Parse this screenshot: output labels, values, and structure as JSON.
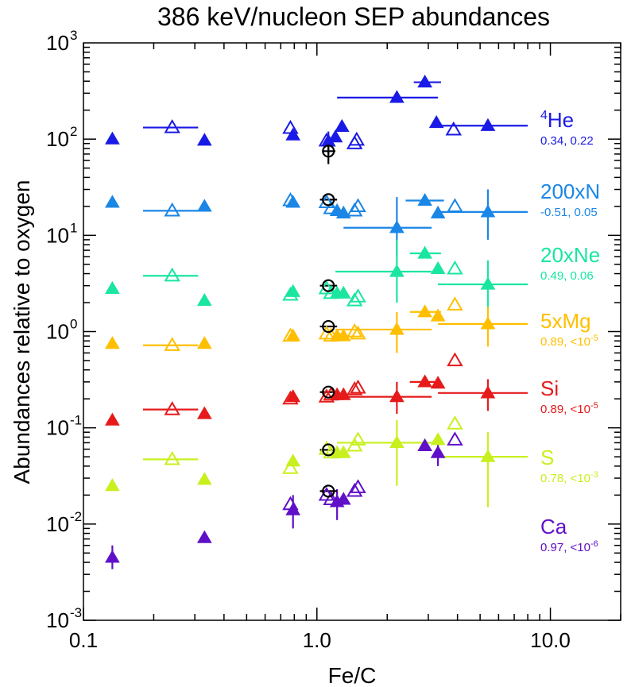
{
  "chart_data": {
    "type": "scatter",
    "title": "386 keV/nucleon SEP abundances",
    "xlabel": "Fe/C",
    "ylabel": "Abundances relative to oxygen",
    "xscale": "log",
    "yscale": "log",
    "xlim": [
      0.1,
      20
    ],
    "ylim": [
      0.001,
      1000
    ],
    "x_tick_labels": [
      "0.1",
      "1.0",
      "10.0"
    ],
    "y_tick_labels": [
      {
        "base": "10",
        "exp": "-3",
        "value": 0.001
      },
      {
        "base": "10",
        "exp": "-2",
        "value": 0.01
      },
      {
        "base": "10",
        "exp": "-1",
        "value": 0.1
      },
      {
        "base": "10",
        "exp": "0",
        "value": 1
      },
      {
        "base": "10",
        "exp": "1",
        "value": 10
      },
      {
        "base": "10",
        "exp": "2",
        "value": 100
      },
      {
        "base": "10",
        "exp": "3",
        "value": 1000
      }
    ],
    "series": [
      {
        "name": "He",
        "label_sup": "4",
        "label_main": "He",
        "stat_text": "0.34, 0.22",
        "stat_sup": "",
        "color": "#1a1ae6",
        "filled": [
          {
            "x": 0.133,
            "y": 100
          },
          {
            "x": 0.33,
            "y": 97
          },
          {
            "x": 0.79,
            "y": 110
          },
          {
            "x": 1.12,
            "y": 95,
            "ylo": 70,
            "yhi": 120
          },
          {
            "x": 1.2,
            "y": 105
          },
          {
            "x": 1.28,
            "y": 135
          },
          {
            "x": 2.2,
            "y": 270,
            "xlo": 1.22,
            "xhi": 3.3
          },
          {
            "x": 2.9,
            "y": 390,
            "xlo": 2.6,
            "xhi": 3.4
          },
          {
            "x": 3.25,
            "y": 148
          },
          {
            "x": 5.4,
            "y": 138,
            "xlo": 3.2,
            "xhi": 8.0
          }
        ],
        "open": [
          {
            "x": 0.24,
            "y": 132,
            "xlo": 0.18,
            "xhi": 0.31
          },
          {
            "x": 0.77,
            "y": 130
          },
          {
            "x": 1.1,
            "y": 96
          },
          {
            "x": 1.45,
            "y": 90
          },
          {
            "x": 1.48,
            "y": 98
          },
          {
            "x": 3.85,
            "y": 125
          }
        ]
      },
      {
        "name": "200xN",
        "label_sup": "",
        "label_main": "200xN",
        "stat_text": "-0.51, 0.05",
        "stat_sup": "",
        "color": "#1a86e6",
        "filled": [
          {
            "x": 0.133,
            "y": 22
          },
          {
            "x": 0.33,
            "y": 20
          },
          {
            "x": 0.79,
            "y": 22
          },
          {
            "x": 1.22,
            "y": 18
          },
          {
            "x": 1.3,
            "y": 17
          },
          {
            "x": 2.2,
            "y": 12,
            "ylo": 6,
            "yhi": 25,
            "xlo": 1.3,
            "xhi": 3.1
          },
          {
            "x": 2.9,
            "y": 23,
            "xlo": 2.4,
            "xhi": 3.5
          },
          {
            "x": 3.3,
            "y": 17
          },
          {
            "x": 5.4,
            "y": 17.5,
            "ylo": 9,
            "yhi": 30,
            "xlo": 3.3,
            "xhi": 8.0
          }
        ],
        "open": [
          {
            "x": 0.24,
            "y": 18,
            "xlo": 0.18,
            "xhi": 0.31
          },
          {
            "x": 0.77,
            "y": 23
          },
          {
            "x": 1.1,
            "y": 22
          },
          {
            "x": 1.15,
            "y": 19
          },
          {
            "x": 1.45,
            "y": 18
          },
          {
            "x": 1.5,
            "y": 20
          },
          {
            "x": 3.9,
            "y": 20
          }
        ]
      },
      {
        "name": "20xNe",
        "label_sup": "",
        "label_main": "20xNe",
        "stat_text": "0.49, 0.06",
        "stat_sup": "",
        "color": "#1ae6a0",
        "filled": [
          {
            "x": 0.133,
            "y": 2.8
          },
          {
            "x": 0.33,
            "y": 2.1
          },
          {
            "x": 0.79,
            "y": 2.6
          },
          {
            "x": 1.22,
            "y": 2.5
          },
          {
            "x": 1.3,
            "y": 2.5
          },
          {
            "x": 2.2,
            "y": 4.2,
            "ylo": 2.0,
            "yhi": 9.0,
            "xlo": 1.2,
            "xhi": 3.1
          },
          {
            "x": 2.9,
            "y": 6.5,
            "xlo": 2.5,
            "xhi": 3.4
          },
          {
            "x": 3.3,
            "y": 4.5
          },
          {
            "x": 5.4,
            "y": 3.1,
            "ylo": 1.8,
            "yhi": 5.5,
            "xlo": 3.3,
            "xhi": 8.0
          }
        ],
        "open": [
          {
            "x": 0.24,
            "y": 3.8,
            "xlo": 0.18,
            "xhi": 0.31
          },
          {
            "x": 0.77,
            "y": 2.4
          },
          {
            "x": 1.1,
            "y": 2.8
          },
          {
            "x": 1.15,
            "y": 2.5
          },
          {
            "x": 1.45,
            "y": 2.1
          },
          {
            "x": 1.5,
            "y": 2.3
          },
          {
            "x": 3.9,
            "y": 4.5
          }
        ]
      },
      {
        "name": "5xMg",
        "label_sup": "",
        "label_main": "5xMg",
        "stat_text": "0.89, <10",
        "stat_sup": "-5",
        "color": "#ffbf00",
        "filled": [
          {
            "x": 0.133,
            "y": 0.75
          },
          {
            "x": 0.33,
            "y": 0.75
          },
          {
            "x": 0.79,
            "y": 0.9
          },
          {
            "x": 1.22,
            "y": 0.9
          },
          {
            "x": 1.3,
            "y": 0.9
          },
          {
            "x": 2.2,
            "y": 1.05,
            "ylo": 0.6,
            "yhi": 1.6,
            "xlo": 1.2,
            "xhi": 3.1
          },
          {
            "x": 2.9,
            "y": 1.6,
            "xlo": 2.5,
            "xhi": 3.4
          },
          {
            "x": 3.3,
            "y": 1.45
          },
          {
            "x": 5.4,
            "y": 1.2,
            "ylo": 0.7,
            "yhi": 1.8,
            "xlo": 3.3,
            "xhi": 8.0
          }
        ],
        "open": [
          {
            "x": 0.24,
            "y": 0.72,
            "xlo": 0.18,
            "xhi": 0.31
          },
          {
            "x": 0.77,
            "y": 0.9
          },
          {
            "x": 1.1,
            "y": 0.95
          },
          {
            "x": 1.15,
            "y": 0.9
          },
          {
            "x": 1.45,
            "y": 1.0
          },
          {
            "x": 1.5,
            "y": 0.95
          },
          {
            "x": 3.9,
            "y": 1.9
          }
        ]
      },
      {
        "name": "Si",
        "label_sup": "",
        "label_main": "Si",
        "stat_text": "0.89, <10",
        "stat_sup": "-5",
        "color": "#e61a1a",
        "filled": [
          {
            "x": 0.133,
            "y": 0.12
          },
          {
            "x": 0.33,
            "y": 0.14
          },
          {
            "x": 0.79,
            "y": 0.21
          },
          {
            "x": 1.22,
            "y": 0.22
          },
          {
            "x": 1.3,
            "y": 0.22
          },
          {
            "x": 2.2,
            "y": 0.21,
            "ylo": 0.14,
            "yhi": 0.3,
            "xlo": 1.2,
            "xhi": 3.1
          },
          {
            "x": 2.9,
            "y": 0.3,
            "xlo": 2.5,
            "xhi": 3.4
          },
          {
            "x": 3.3,
            "y": 0.29
          },
          {
            "x": 5.4,
            "y": 0.23,
            "ylo": 0.15,
            "yhi": 0.32,
            "xlo": 3.3,
            "xhi": 8.0
          }
        ],
        "open": [
          {
            "x": 0.24,
            "y": 0.155,
            "xlo": 0.18,
            "xhi": 0.31
          },
          {
            "x": 0.77,
            "y": 0.2
          },
          {
            "x": 1.1,
            "y": 0.21
          },
          {
            "x": 1.15,
            "y": 0.22
          },
          {
            "x": 1.45,
            "y": 0.25
          },
          {
            "x": 1.5,
            "y": 0.26
          },
          {
            "x": 3.9,
            "y": 0.5
          }
        ]
      },
      {
        "name": "S",
        "label_sup": "",
        "label_main": "S",
        "stat_text": "0.78, <10",
        "stat_sup": "-3",
        "color": "#c8f01e",
        "filled": [
          {
            "x": 0.133,
            "y": 0.025
          },
          {
            "x": 0.33,
            "y": 0.029
          },
          {
            "x": 0.79,
            "y": 0.045
          },
          {
            "x": 1.22,
            "y": 0.055
          },
          {
            "x": 1.3,
            "y": 0.055
          },
          {
            "x": 2.2,
            "y": 0.07,
            "ylo": 0.025,
            "yhi": 0.12,
            "xlo": 1.22,
            "xhi": 3.2
          },
          {
            "x": 2.9,
            "y": 0.065
          },
          {
            "x": 3.3,
            "y": 0.075
          },
          {
            "x": 5.4,
            "y": 0.05,
            "ylo": 0.015,
            "yhi": 0.09,
            "xlo": 3.3,
            "xhi": 8.0
          }
        ],
        "open": [
          {
            "x": 0.24,
            "y": 0.047,
            "xlo": 0.18,
            "xhi": 0.31
          },
          {
            "x": 0.77,
            "y": 0.038
          },
          {
            "x": 1.1,
            "y": 0.06
          },
          {
            "x": 1.15,
            "y": 0.055
          },
          {
            "x": 1.45,
            "y": 0.065
          },
          {
            "x": 1.5,
            "y": 0.075
          },
          {
            "x": 3.9,
            "y": 0.11
          }
        ]
      },
      {
        "name": "Ca",
        "label_sup": "",
        "label_main": "Ca",
        "stat_text": "0.97, <10",
        "stat_sup": "-6",
        "color": "#6010c8",
        "filled": [
          {
            "x": 0.133,
            "y": 0.0045,
            "ylo": 0.0034,
            "yhi": 0.006
          },
          {
            "x": 0.33,
            "y": 0.0072
          },
          {
            "x": 0.79,
            "y": 0.014,
            "ylo": 0.009,
            "yhi": 0.02
          },
          {
            "x": 1.22,
            "y": 0.017,
            "ylo": 0.011,
            "yhi": 0.023
          },
          {
            "x": 1.3,
            "y": 0.018
          },
          {
            "x": 2.9,
            "y": 0.065
          },
          {
            "x": 3.3,
            "y": 0.055,
            "ylo": 0.04,
            "yhi": 0.07
          }
        ],
        "open": [
          {
            "x": 0.77,
            "y": 0.016
          },
          {
            "x": 1.1,
            "y": 0.02
          },
          {
            "x": 1.15,
            "y": 0.018
          },
          {
            "x": 1.45,
            "y": 0.022
          },
          {
            "x": 1.5,
            "y": 0.024
          },
          {
            "x": 3.9,
            "y": 0.075
          }
        ]
      }
    ],
    "reference_points": [
      {
        "x": 1.12,
        "y": 75,
        "ylo": 55,
        "yhi": 100,
        "xlo": 1.06,
        "xhi": 1.2
      },
      {
        "x": 1.12,
        "y": 23.5,
        "xlo": 1.03,
        "xhi": 1.22
      },
      {
        "x": 1.12,
        "y": 3.0,
        "xlo": 1.03,
        "xhi": 1.22
      },
      {
        "x": 1.12,
        "y": 1.13,
        "xlo": 1.03,
        "xhi": 1.22
      },
      {
        "x": 1.12,
        "y": 0.235,
        "xlo": 1.03,
        "xhi": 1.22
      },
      {
        "x": 1.12,
        "y": 0.059,
        "xlo": 1.03,
        "xhi": 1.22
      },
      {
        "x": 1.12,
        "y": 0.022,
        "xlo": 1.03,
        "xhi": 1.22
      }
    ],
    "reference_color": "#000000",
    "grid": false,
    "legend": "right"
  }
}
